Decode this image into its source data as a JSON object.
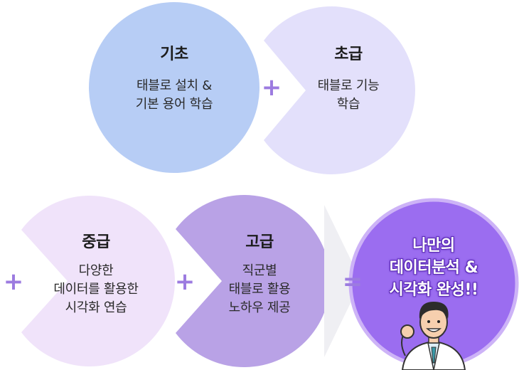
{
  "stages": [
    {
      "title": "기초",
      "desc": "태블로 설치 &\n기본 용어 학습",
      "color": "#b7cdf5"
    },
    {
      "title": "초급",
      "desc": "태블로 기능\n학습",
      "color": "#e3e0fb"
    },
    {
      "title": "중급",
      "desc": "다양한\n데이터를 활용한\n시각화 연습",
      "color": "#f0e3fa"
    },
    {
      "title": "고급",
      "desc": "직군별\n태블로 활용\n노하우 제공",
      "color": "#b9a2e6"
    }
  ],
  "operators": {
    "plus": "+",
    "equals": "="
  },
  "goal": {
    "text": "나만의\n데이터분석 &\n시각화 완성!!",
    "color": "#9b6df0",
    "border": "#cdb3f7"
  },
  "colors": {
    "accent": "#9c7be0"
  }
}
